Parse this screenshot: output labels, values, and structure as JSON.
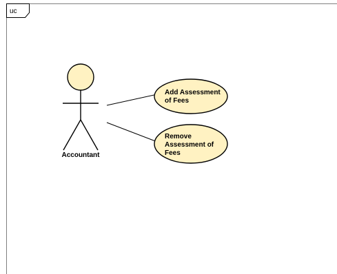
{
  "frame": {
    "tag": "uc"
  },
  "actor": {
    "name": "Accountant"
  },
  "use_cases": [
    {
      "lines": [
        "Add Assessment",
        "of Fees"
      ]
    },
    {
      "lines": [
        "Remove",
        "Assessment of",
        "Fees"
      ]
    }
  ],
  "colors": {
    "fill": "#FFF2C2",
    "stroke": "#000000",
    "frame_border": "#808080",
    "background": "#FFFFFF"
  }
}
